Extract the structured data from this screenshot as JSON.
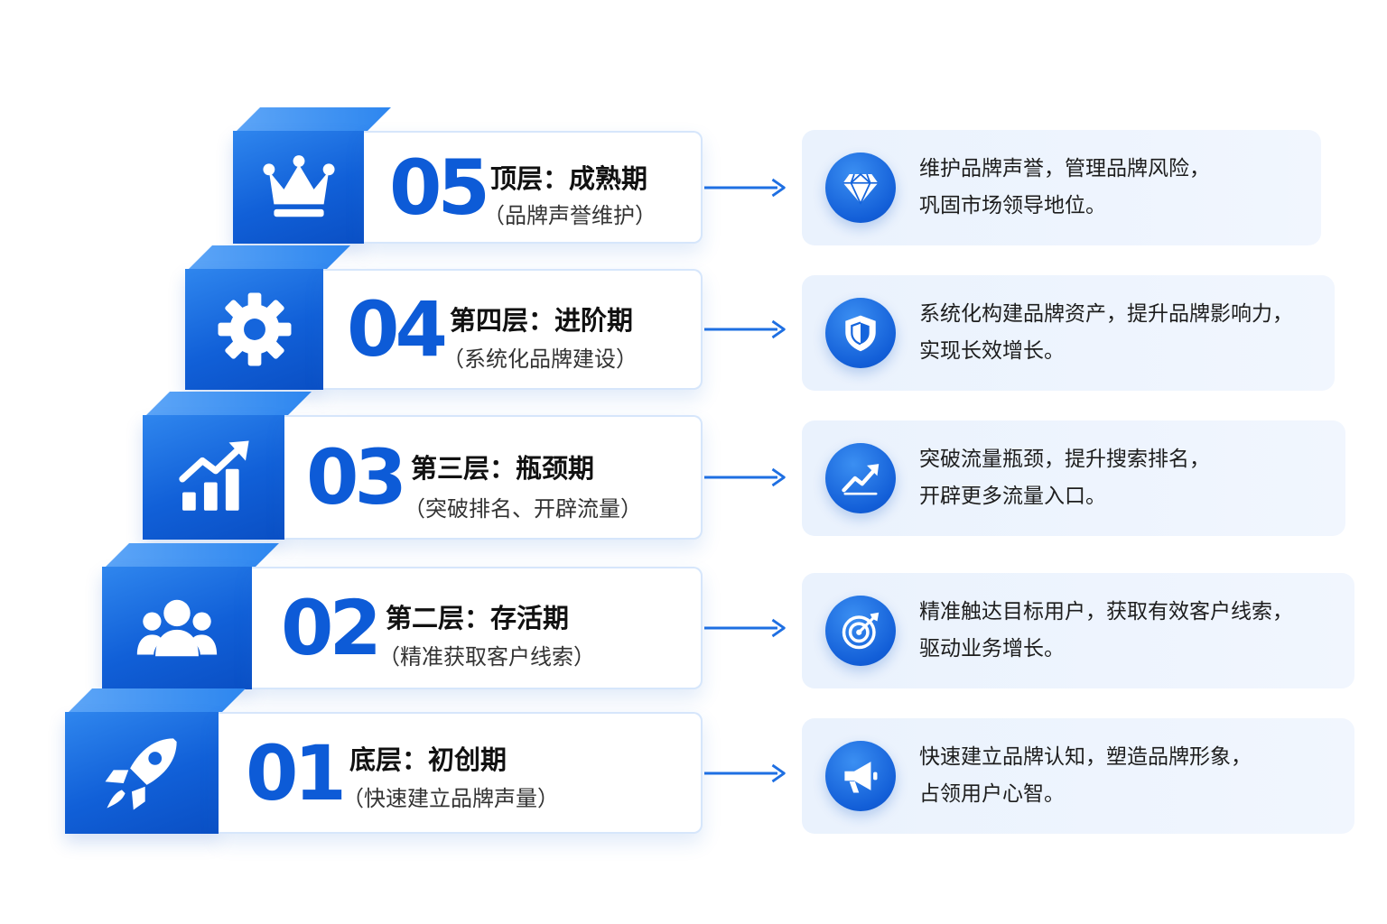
{
  "steps": [
    {
      "num": "05",
      "title": "顶层：成熟期",
      "subtitle": "（品牌声誉维护）",
      "icon": "crown-icon",
      "desc_icon": "diamond-icon",
      "desc_lines": [
        "维护品牌声誉，管理品牌风险，",
        "巩固市场领导地位。"
      ]
    },
    {
      "num": "04",
      "title": "第四层：进阶期",
      "subtitle": "（系统化品牌建设）",
      "icon": "gear-icon",
      "desc_icon": "shield-icon",
      "desc_lines": [
        "系统化构建品牌资产，提升品牌影响力，",
        "实现长效增长。"
      ]
    },
    {
      "num": "03",
      "title": "第三层：瓶颈期",
      "subtitle": "（突破排名、开辟流量）",
      "icon": "growth-chart-icon",
      "desc_icon": "trend-up-icon",
      "desc_lines": [
        "突破流量瓶颈，提升搜索排名，",
        "开辟更多流量入口。"
      ]
    },
    {
      "num": "02",
      "title": "第二层：存活期",
      "subtitle": "（精准获取客户线索）",
      "icon": "users-icon",
      "desc_icon": "target-icon",
      "desc_lines": [
        "精准触达目标用户，获取有效客户线索，",
        "驱动业务增长。"
      ]
    },
    {
      "num": "01",
      "title": "底层：初创期",
      "subtitle": "（快速建立品牌声量）",
      "icon": "rocket-icon",
      "desc_icon": "megaphone-icon",
      "desc_lines": [
        "快速建立品牌认知，塑造品牌形象，",
        "占领用户心智。"
      ]
    }
  ],
  "colors": {
    "primary": "#1565dc",
    "primary_dark": "#0a4fc4",
    "desc_bg": "#eef4fd",
    "title_text": "#111111"
  }
}
